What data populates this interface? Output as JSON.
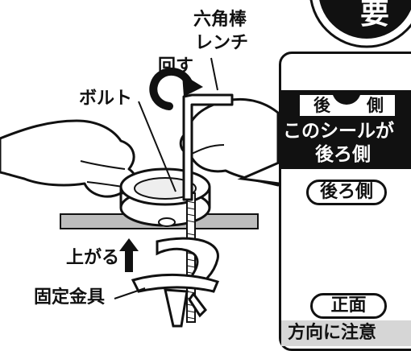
{
  "labels": {
    "hex_wrench": [
      "六角棒",
      "レンチ"
    ],
    "turn": "回す",
    "bolt": "ボルト",
    "rise": "上がる",
    "fixing_bracket": "固定金具"
  },
  "badge": {
    "text": "要"
  },
  "panel": {
    "sticker_left": "後",
    "sticker_right": "側",
    "notice_line1": "このシールが",
    "notice_line2": "後ろ側",
    "back_label": "後ろ側",
    "front_label": "正面",
    "caution": "方向に注意"
  },
  "colors": {
    "ink": "#111111",
    "panel_black": "#111111",
    "band_gray": "#d6d6d6",
    "hand_fill": "#ffffff"
  },
  "icons": [
    "rotation-arrow-icon",
    "up-arrow-icon"
  ]
}
